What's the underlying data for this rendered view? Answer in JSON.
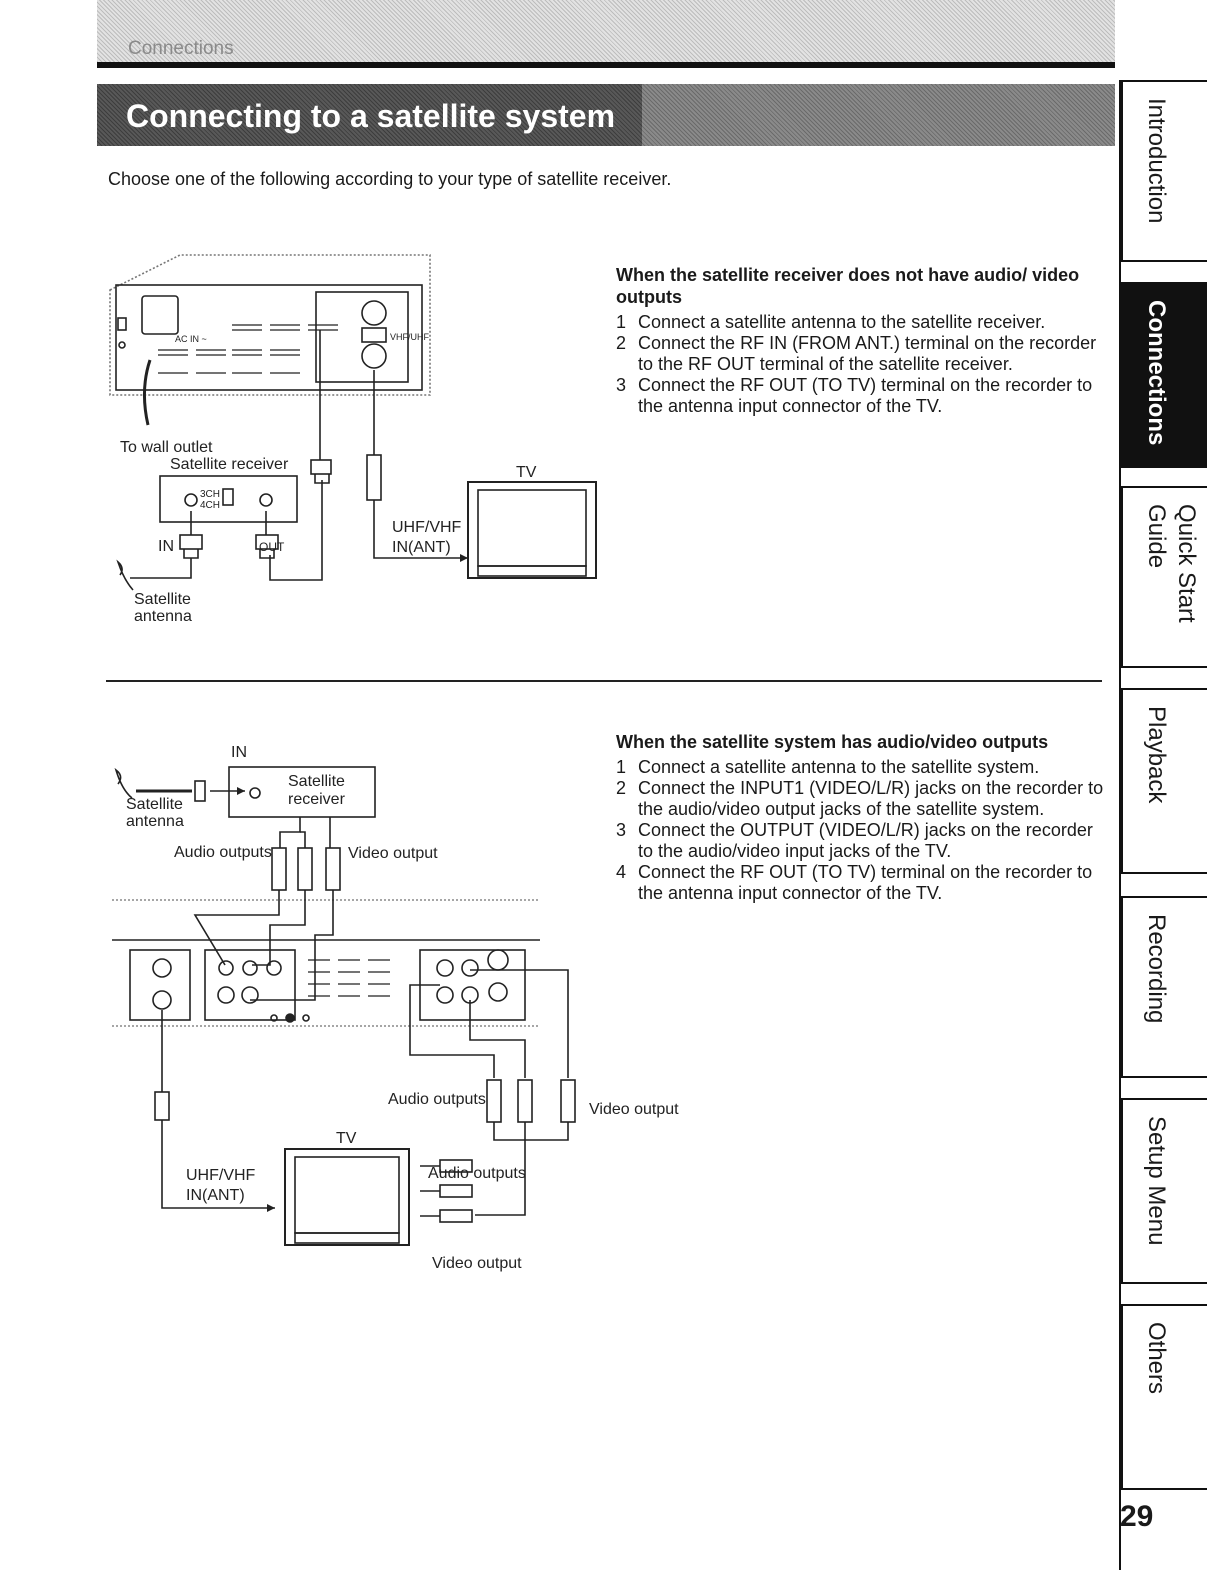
{
  "header": {
    "section_label": "Connections"
  },
  "page": {
    "title": "Connecting to a satellite system",
    "intro": "Choose one of the following according to your type of satellite receiver.",
    "number": "29"
  },
  "section1": {
    "heading": "When the satellite receiver does not have audio/ video outputs",
    "steps": [
      {
        "n": "1",
        "text": "Connect a satellite antenna to the satellite receiver."
      },
      {
        "n": "2",
        "text": "Connect the RF IN (FROM ANT.) terminal on the recorder to the RF OUT terminal of the satellite receiver."
      },
      {
        "n": "3",
        "text": "Connect the RF OUT (TO TV) terminal on the recorder to the antenna input connector of the TV."
      }
    ]
  },
  "section2": {
    "heading": "When the satellite system has audio/video outputs",
    "steps": [
      {
        "n": "1",
        "text": "Connect a satellite antenna to the satellite system."
      },
      {
        "n": "2",
        "text": "Connect the INPUT1 (VIDEO/L/R) jacks on the recorder to the audio/video output jacks of the satellite system."
      },
      {
        "n": "3",
        "text": "Connect the OUTPUT (VIDEO/L/R) jacks on the recorder to the audio/video input jacks of the TV."
      },
      {
        "n": "4",
        "text": "Connect the RF OUT (TO TV) terminal on the recorder to the antenna input connector of the TV."
      }
    ]
  },
  "diagram1": {
    "wall_outlet": "To wall outlet",
    "sat_receiver": "Satellite receiver",
    "tv": "TV",
    "uhf_line1": "UHF/VHF",
    "uhf_line2": "IN(ANT)",
    "in": "IN",
    "out": "OUT",
    "sat_ant_line1": "Satellite",
    "sat_ant_line2": "antenna",
    "ch3": "3CH",
    "ch4": "4CH",
    "ac_in": "AC IN ~",
    "vhf_uhf": "VHF/UHF"
  },
  "diagram2": {
    "in": "IN",
    "sat_receiver_line1": "Satellite",
    "sat_receiver_line2": "receiver",
    "sat_ant_line1": "Satellite",
    "sat_ant_line2": "antenna",
    "audio_outputs": "Audio outputs",
    "video_output": "Video output",
    "audio_outputs_2": "Audio outputs",
    "video_output_2": "Video output",
    "tv": "TV",
    "uhf_line1": "UHF/VHF",
    "uhf_line2": "IN(ANT)",
    "audio_outputs_3": "Audio outputs",
    "video_output_3": "Video output"
  },
  "tabs": [
    {
      "label": "Introduction",
      "active": false
    },
    {
      "label": "Connections",
      "active": true
    },
    {
      "label": "Quick Start\nGuide",
      "active": false
    },
    {
      "label": "Playback",
      "active": false
    },
    {
      "label": "Recording",
      "active": false
    },
    {
      "label": "Setup Menu",
      "active": false
    },
    {
      "label": "Others",
      "active": false
    }
  ]
}
